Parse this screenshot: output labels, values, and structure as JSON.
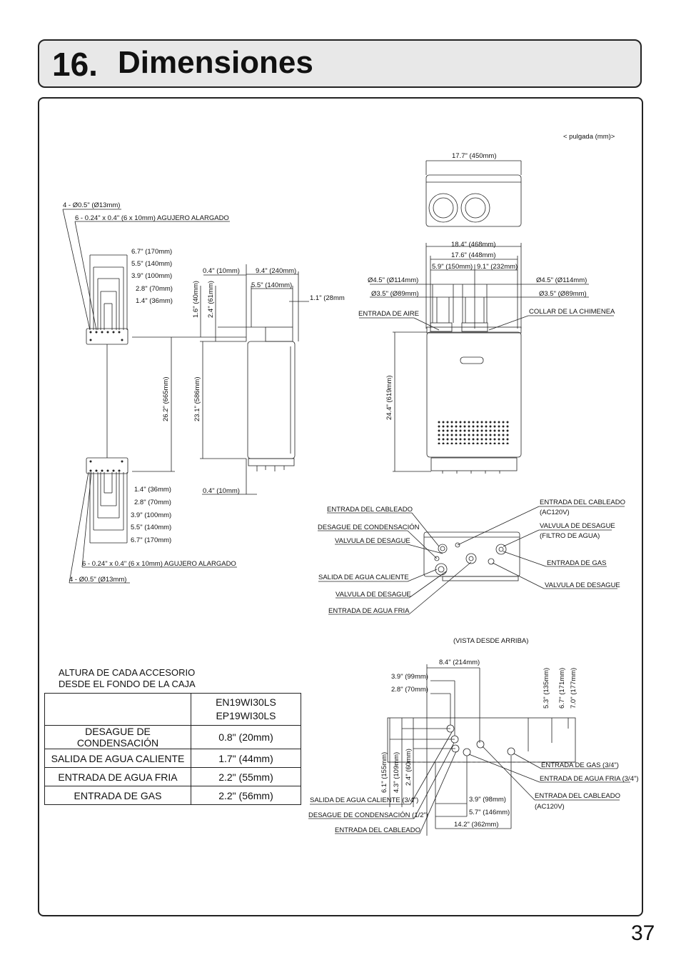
{
  "header": {
    "number": "16.",
    "title": "Dimensiones"
  },
  "page_number": "37",
  "units_note": "< pulgada (mm)>",
  "side_view": {
    "hole_top_1": "4 - Ø0.5\" (Ø13mm)",
    "hole_top_2": "6 - 0.24\" x 0.4\" (6 x 10mm) AGUJERO ALARGADO",
    "top_dims": [
      "6.7\" (170mm)",
      "5.5\" (140mm)",
      "3.9\" (100mm)",
      "2.8\" (70mm)",
      "1.4\" (36mm)"
    ],
    "bottom_dims": [
      "1.4\" (36mm)",
      "2.8\" (70mm)",
      "3.9\" (100mm)",
      "5.5\" (140mm)",
      "6.7\" (170mm)"
    ],
    "hole_bottom_1": "6 - 0.24\" x 0.4\" (6 x 10mm) AGUJERO ALARGADO",
    "hole_bottom_2": "4 - Ø0.5\" (Ø13mm)",
    "d_04_top": "0.4\" (10mm)",
    "d_94": "9.4\" (240mm)",
    "d_55": "5.5\" (140mm)",
    "d_11": "1.1\" (28mm",
    "d_16": "1.6\" (40mm)",
    "d_24": "2.4\" (61mm)",
    "d_262": "26.2\" (665mm)",
    "d_231": "23.1\" (586mm)",
    "d_04_bottom": "0.4\" (10mm)"
  },
  "front_view": {
    "top_width": "17.7\" (450mm)",
    "d_184": "18.4\" (468mm)",
    "d_176": "17.6\" (448mm)",
    "d_59": "5.9\" (150mm)",
    "d_91": "9.1\" (232mm)",
    "d_45_left": "Ø4.5\" (Ø114mm)",
    "d_35_left": "Ø3.5\" (Ø89mm)",
    "d_45_right": "Ø4.5\" (Ø114mm)",
    "d_35_right": "Ø3.5\" (Ø89mm)",
    "air_inlet": "ENTRADA DE AIRE",
    "chimney_collar": "COLLAR DE LA CHIMENEA",
    "d_244": "24.4\" (619mm)"
  },
  "bottom_view": {
    "left_labels": [
      "ENTRADA DEL CABLEADO",
      "DESAGUE DE CONDENSACIÓN",
      "VALVULA DE DESAGUE",
      "SALIDA DE AGUA CALIENTE",
      "VALVULA DE DESAGUE",
      "ENTRADA DE AGUA FRIA"
    ],
    "right_labels": [
      "ENTRADA DEL CABLEADO",
      "(AC120V)",
      "VALVULA DE DESAGUE",
      "(FILTRO DE AGUA)",
      "ENTRADA DE GAS",
      "VALVULA DE DESAGUE"
    ]
  },
  "top_view": {
    "caption": "(VISTA DESDE ARRIBA)",
    "d_84": "8.4\" (214mm)",
    "d_39_top": "3.9\" (99mm)",
    "d_28_top": "2.8\" (70mm)",
    "d_53": "5.3\" (135mm)",
    "d_67": "6.7\" (171mm)",
    "d_70": "7.0\" (177mm)",
    "d_61": "6.1\" (155mm)",
    "d_43": "4.3\" (109mm)",
    "d_24": "2.4\" (60mm)",
    "d_39_bottom": "3.9\" (98mm)",
    "d_57": "5.7\" (146mm)",
    "d_142": "14.2\" (362mm)",
    "labels_right": [
      "ENTRADA DE GAS (3/4\")",
      "ENTRADA DE AGUA FRIA (3/4\")",
      "ENTRADA DEL CABLEADO",
      "(AC120V)"
    ],
    "labels_left": [
      "SALIDA DE AGUA CALIENTE (3/4\")",
      "DESAGUE DE CONDENSACIÓN (1/2\")",
      "ENTRADA DEL CABLEADO"
    ]
  },
  "table": {
    "caption_1": "ALTURA DE CADA  ACCESORIO",
    "caption_2": "DESDE EL FONDO DE LA CAJA",
    "model_1": "EN19WI30LS",
    "model_2": "EP19WI30LS",
    "rows": [
      {
        "name": "DESAGUE DE CONDENSACIÓN",
        "value": "0.8\" (20mm)"
      },
      {
        "name": "SALIDA DE AGUA CALIENTE",
        "value": "1.7\" (44mm)"
      },
      {
        "name": "ENTRADA DE AGUA FRIA",
        "value": "2.2\" (55mm)"
      },
      {
        "name": "ENTRADA DE GAS",
        "value": "2.2\" (56mm)"
      }
    ]
  }
}
